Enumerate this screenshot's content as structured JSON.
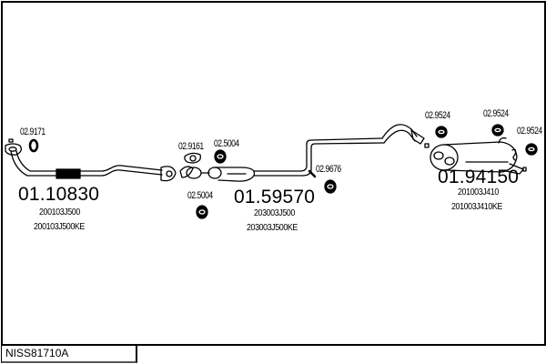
{
  "diagram": {
    "code": "NISS81710A",
    "parts": [
      {
        "number": "01.10830",
        "oem": [
          "200103J500",
          "200103J500KE"
        ]
      },
      {
        "number": "01.59570",
        "oem": [
          "203003J500",
          "203003J500KE"
        ]
      },
      {
        "number": "01.94150",
        "oem": [
          "201003J410",
          "201003J410KE"
        ]
      }
    ],
    "accessories": [
      {
        "number": "02.9171"
      },
      {
        "number": "02.9161"
      },
      {
        "number": "02.5004"
      },
      {
        "number": "02.5004"
      },
      {
        "number": "02.9676"
      },
      {
        "number": "02.9524"
      },
      {
        "number": "02.9524"
      },
      {
        "number": "02.9524"
      }
    ]
  },
  "colors": {
    "line": "#000000",
    "background": "#ffffff"
  }
}
